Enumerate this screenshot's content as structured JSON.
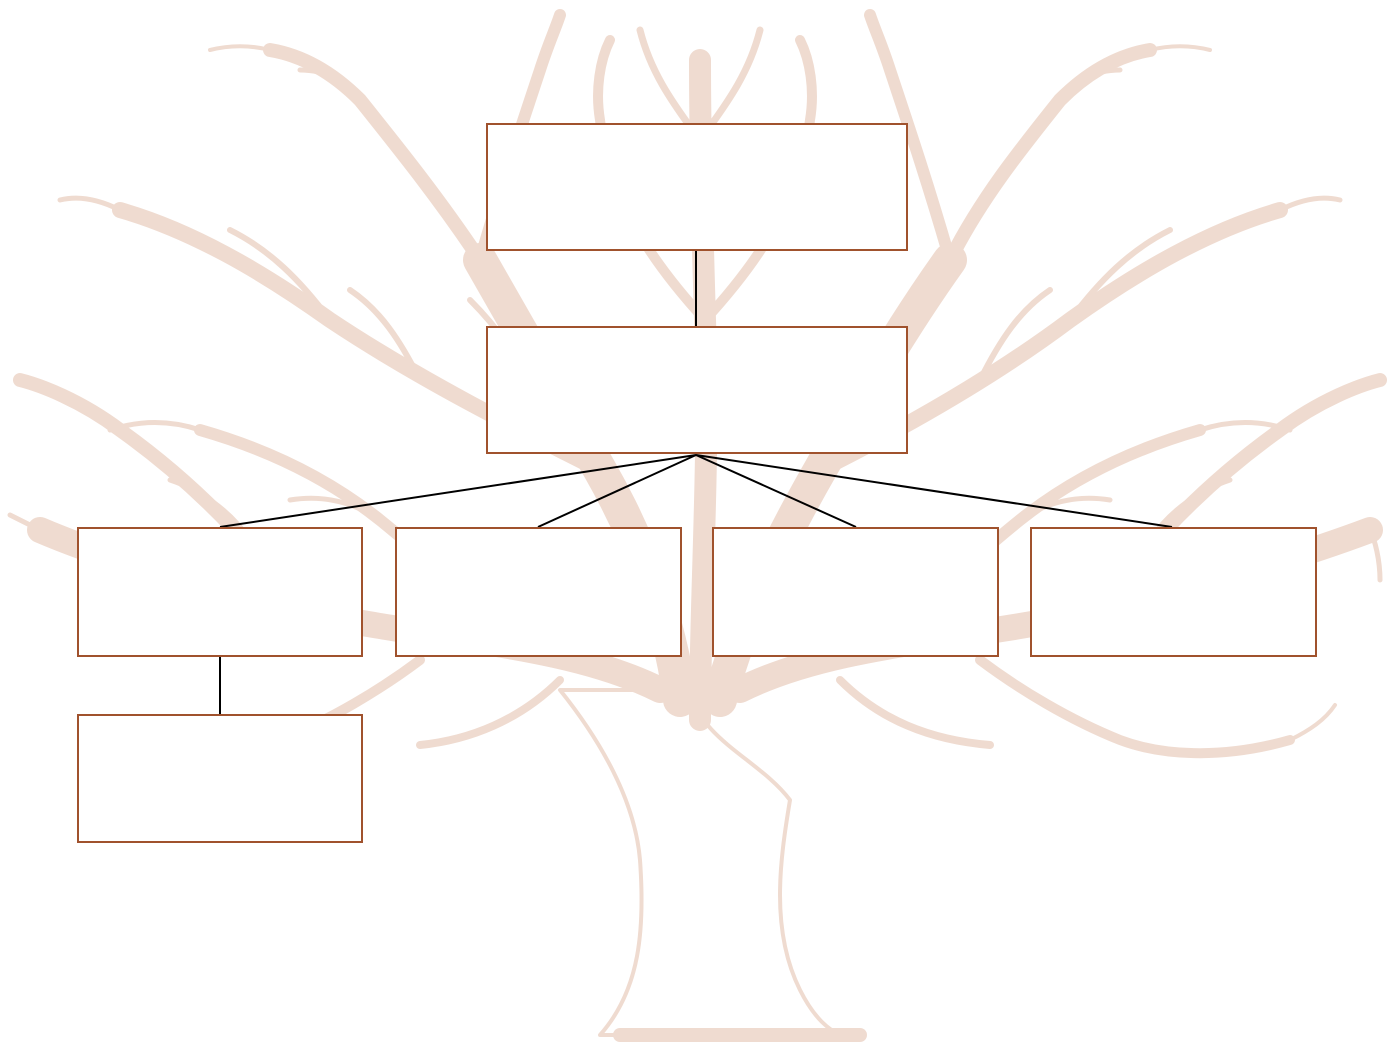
{
  "diagram": {
    "type": "family-tree-template",
    "colors": {
      "box_border": "#a0522d",
      "box_fill": "#ffffff",
      "tree_silhouette": "#efdbd0",
      "connector": "#000000"
    },
    "background_icon": "tree-silhouette",
    "nodes": [
      {
        "id": "top",
        "label": ""
      },
      {
        "id": "middle",
        "label": ""
      },
      {
        "id": "child-1",
        "label": ""
      },
      {
        "id": "child-2",
        "label": ""
      },
      {
        "id": "child-3",
        "label": ""
      },
      {
        "id": "child-4",
        "label": ""
      },
      {
        "id": "grandchild-1",
        "label": ""
      }
    ],
    "edges": [
      [
        "top",
        "middle"
      ],
      [
        "middle",
        "child-1"
      ],
      [
        "middle",
        "child-2"
      ],
      [
        "middle",
        "child-3"
      ],
      [
        "middle",
        "child-4"
      ],
      [
        "child-1",
        "grandchild-1"
      ]
    ]
  }
}
